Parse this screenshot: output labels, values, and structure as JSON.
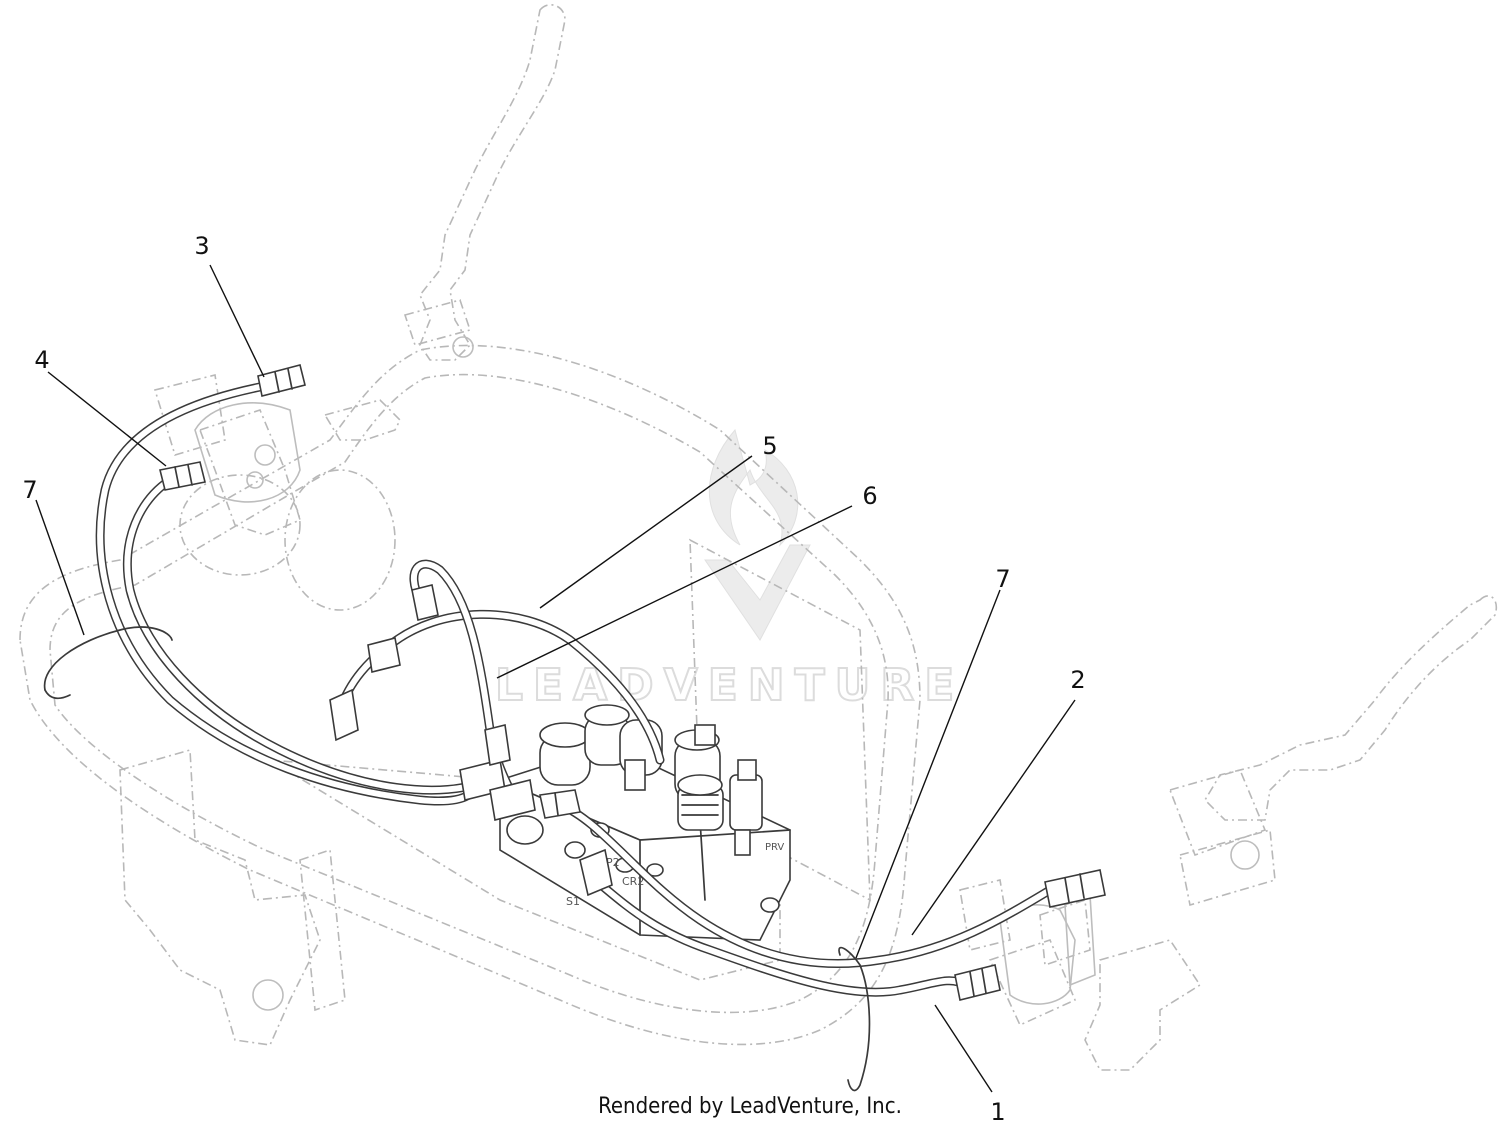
{
  "diagram": {
    "callouts": [
      {
        "id": "1",
        "label": "1"
      },
      {
        "id": "2",
        "label": "2"
      },
      {
        "id": "3",
        "label": "3"
      },
      {
        "id": "4",
        "label": "4"
      },
      {
        "id": "5",
        "label": "5"
      },
      {
        "id": "6",
        "label": "6"
      },
      {
        "id": "7a",
        "label": "7"
      },
      {
        "id": "7b",
        "label": "7"
      }
    ],
    "valve_markings": {
      "p2": "P2",
      "s1": "S1",
      "cr2": "CR2",
      "prv": "PRV"
    }
  },
  "watermark": {
    "text": "LEADVENTURE"
  },
  "footer": {
    "credit": "Rendered by LeadVenture, Inc."
  }
}
